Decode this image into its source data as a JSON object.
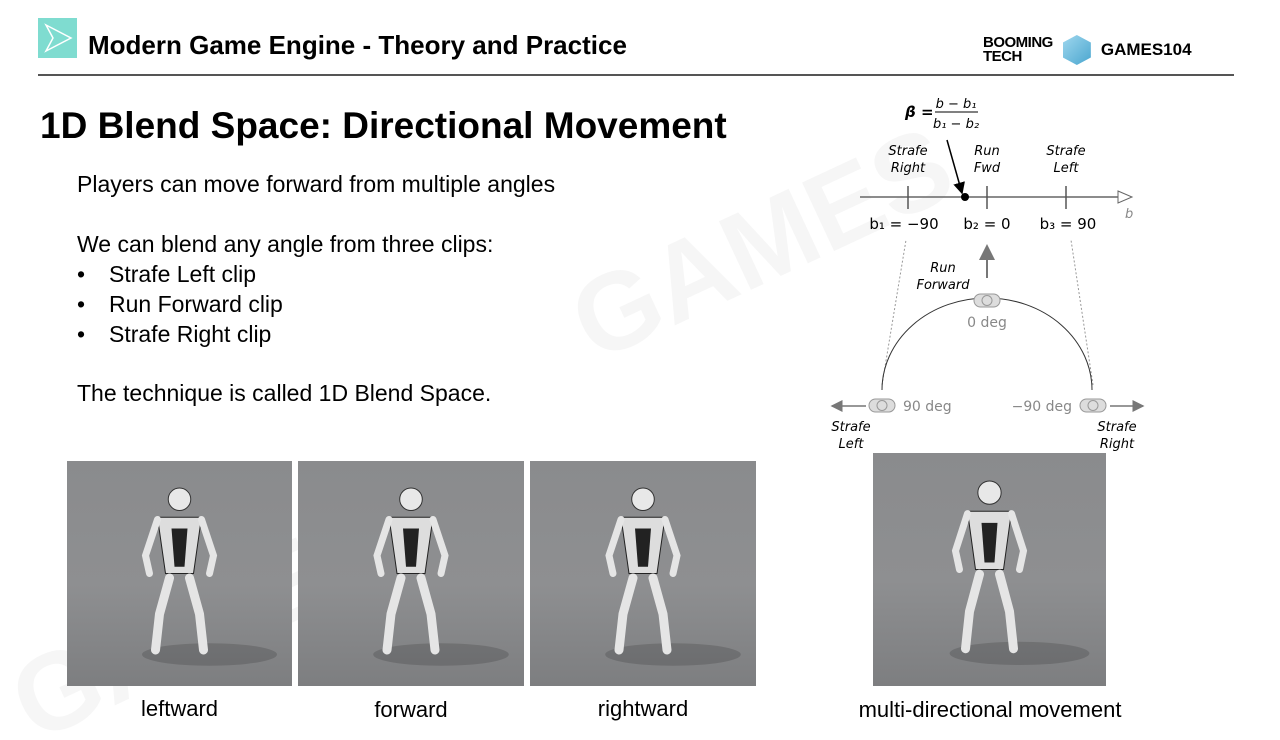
{
  "header": {
    "title": "Modern Game Engine - Theory and Practice",
    "brand_booming_line1": "BOOMING",
    "brand_booming_line2": "TECH",
    "brand_games": "GAMES104"
  },
  "slide": {
    "title": "1D Blend Space: Directional Movement",
    "intro": "Players can move forward from multiple angles",
    "blend_intro": "We can blend any angle from three clips:",
    "bullets": [
      "Strafe Left clip",
      "Run Forward clip",
      "Strafe Right clip"
    ],
    "bullet_char": "•",
    "conclusion": "The technique is called 1D Blend Space."
  },
  "images": [
    {
      "caption": "leftward"
    },
    {
      "caption": "forward"
    },
    {
      "caption": "rightward"
    },
    {
      "caption": "multi-directional movement"
    }
  ],
  "diagram": {
    "formula_beta": "β =",
    "formula_num": "b − b₁",
    "formula_den": "b₁ − b₂",
    "axis_label": "b",
    "axis_top_labels": [
      {
        "line1": "Strafe",
        "line2": "Right"
      },
      {
        "line1": "Run",
        "line2": "Fwd"
      },
      {
        "line1": "Strafe",
        "line2": "Left"
      }
    ],
    "axis_values": [
      "b₁ = −90",
      "b₂ = 0",
      "b₃ = 90"
    ],
    "run_forward": {
      "line1": "Run",
      "line2": "Forward"
    },
    "deg_0": "0 deg",
    "deg_90": "90 deg",
    "deg_neg90": "−90 deg",
    "strafe_left": {
      "line1": "Strafe",
      "line2": "Left"
    },
    "strafe_right": {
      "line1": "Strafe",
      "line2": "Right"
    }
  },
  "colors": {
    "accent": "#7fdcd0",
    "diagram_gray": "#888888"
  }
}
